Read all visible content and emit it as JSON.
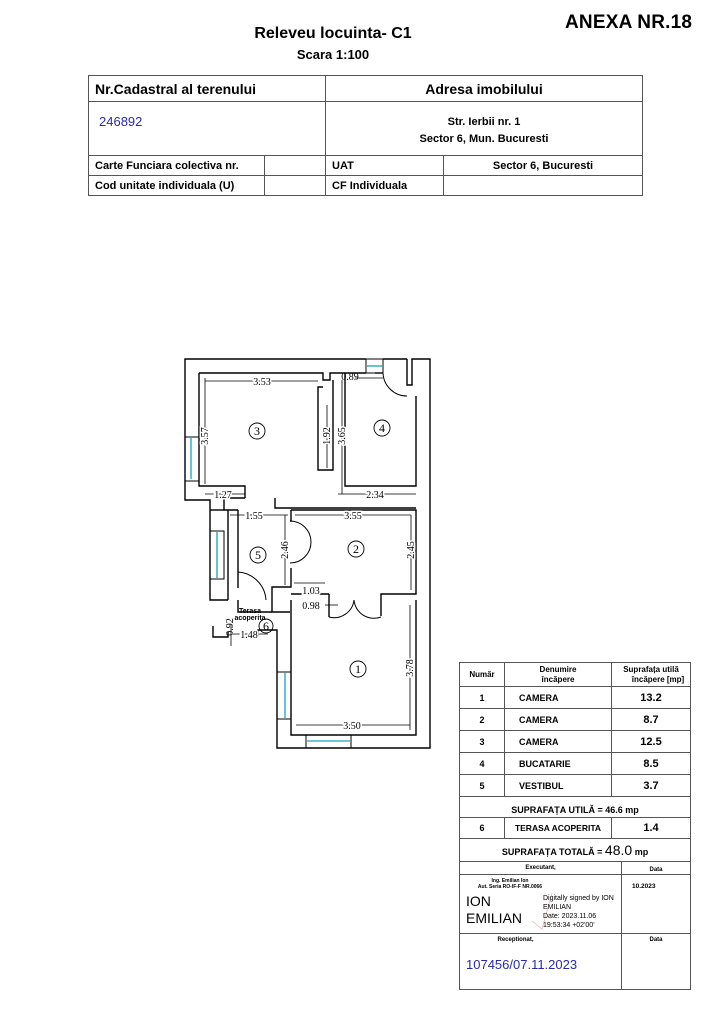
{
  "header": {
    "annex": "ANEXA NR.18",
    "title": "Releveu locuinta- C1",
    "scale": "Scara 1:100"
  },
  "info_table": {
    "cadastral_label": "Nr.Cadastral al terenului",
    "address_label": "Adresa imobilului",
    "cadastral_number": "246892",
    "address_line1": "Str. Ierbii nr. 1",
    "address_line2": "Sector 6, Mun. Bucuresti",
    "cf_colectiva_label": "Carte Funciara colectiva nr.",
    "cf_colectiva_value": "",
    "uat_label": "UAT",
    "uat_value": "Sector 6, Bucuresti",
    "cod_unitate_label": "Cod unitate individuala (U)",
    "cod_unitate_value": "",
    "cf_individuala_label": "CF Individuala",
    "cf_individuala_value": ""
  },
  "floor_plan": {
    "dimensions": {
      "d353": "3.53",
      "d089": "0.89",
      "d357": "3.57",
      "d192": "1.92",
      "d365": "3.65",
      "d127": "1.27",
      "d234": "2.34",
      "d155": "1.55",
      "d355": "3.55",
      "d246": "2.46",
      "d245": "2.45",
      "d103": "1.03",
      "d098": "0.98",
      "d092": "0.92",
      "d148": "1.48",
      "d378": "3.78",
      "d350": "3.50"
    },
    "room_numbers": [
      "1",
      "2",
      "3",
      "4",
      "5",
      "6"
    ],
    "terrace_label_1": "Terasa",
    "terrace_label_2": "acoperita",
    "window_color": "#3cb6c8"
  },
  "rooms_table": {
    "headers": {
      "number": "Număr",
      "name_1": "Denumire",
      "name_2": "încăpere",
      "area_1": "Suprafața utilă",
      "area_2": "încăpere [mp]"
    },
    "rows": [
      {
        "number": "1",
        "name": "CAMERA",
        "area": "13.2"
      },
      {
        "number": "2",
        "name": "CAMERA",
        "area": "8.7"
      },
      {
        "number": "3",
        "name": "CAMERA",
        "area": "12.5"
      },
      {
        "number": "4",
        "name": "BUCATARIE",
        "area": "8.5"
      },
      {
        "number": "5",
        "name": "VESTIBUL",
        "area": "3.7"
      }
    ],
    "usable_label": "SUPRAFAȚA UTILĂ = 46.6 mp",
    "terrace_row": {
      "number": "6",
      "name": "TERASA ACOPERITA",
      "area": "1.4"
    },
    "total_label": "SUPRAFAȚA TOTALĂ =",
    "total_value": "48.0",
    "total_unit": "mp",
    "executant_label": "Executant,",
    "date_label": "Data",
    "engineer_name": "Ing. Emilian Ion",
    "authorization": "Aut. Seria RO-IF-F NR.0066",
    "signature_name_1": "ION",
    "signature_name_2": "EMILIAN",
    "digital_sig_1": "Digitally signed by ION",
    "digital_sig_2": "EMILIAN",
    "digital_sig_3": "Date: 2023.11.06",
    "digital_sig_4": "19:53:34 +02'00'",
    "executant_date": "10.2023",
    "receptionat_label": "Receptionat,",
    "receptionat_date_label": "Data",
    "registration_number": "107456/07.11.2023"
  }
}
